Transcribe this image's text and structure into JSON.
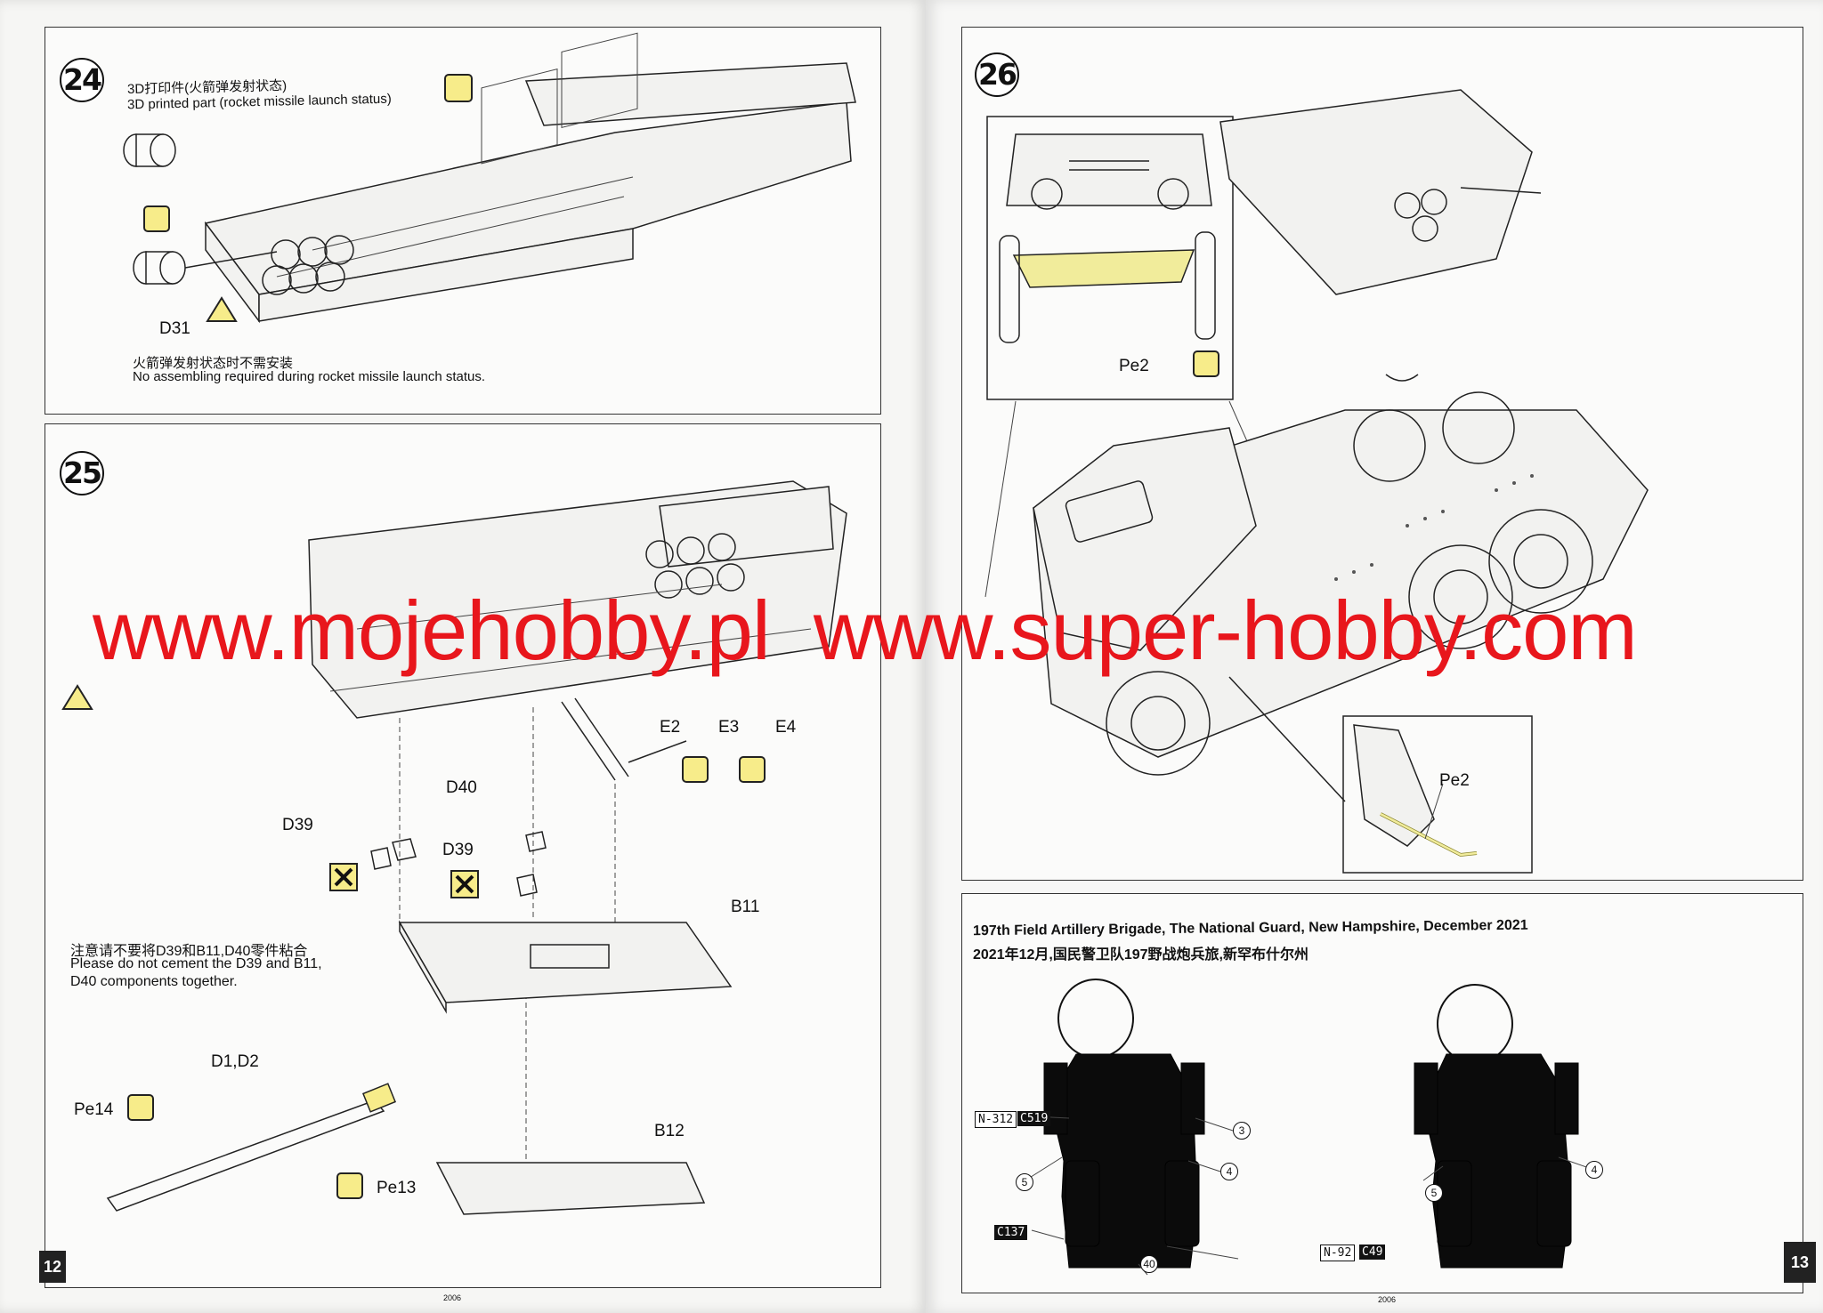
{
  "watermark": {
    "left": "www.mojehobby.pl",
    "right": "www.super-hobby.com"
  },
  "step24": {
    "number": "24",
    "heading_cn": "3D打印件(火箭弹发射状态)",
    "heading_en": "3D printed part (rocket missile launch status)",
    "part": "D31",
    "note_cn": "火箭弹发射状态时不需安装",
    "note_en": "No assembling required during rocket missile launch status."
  },
  "step25": {
    "number": "25",
    "parts": {
      "e2": "E2",
      "e3": "E3",
      "e4": "E4",
      "d40": "D40",
      "d39a": "D39",
      "d39b": "D39",
      "b11": "B11",
      "d1d2": "D1,D2",
      "pe14": "Pe14",
      "pe13": "Pe13",
      "b12": "B12"
    },
    "note_cn": "注意请不要将D39和B11,D40零件粘合",
    "note_en_1": "Please do not cement the D39 and B11,",
    "note_en_2": "D40 components together."
  },
  "step26": {
    "number": "26",
    "pe2_top": "Pe2",
    "pe2_detail": "Pe2"
  },
  "livery": {
    "title_en": "197th Field Artillery Brigade, The National Guard, New Hampshire, December 2021",
    "title_cn": "2021年12月,国民警卫队197野战炮兵旅,新罕布什尔州",
    "decals": {
      "n312": "N-312",
      "c519": "C519",
      "c137": "C137",
      "n92": "N-92",
      "c49": "C49"
    },
    "callouts": {
      "a3": "3",
      "a4": "4",
      "a5": "5",
      "a40": "40",
      "b4": "4",
      "b5": "5"
    }
  },
  "pages": {
    "left_number": "12",
    "right_number": "13",
    "left_footer": "2006",
    "right_footer": "2006"
  },
  "colors": {
    "watermark": "#e8161c",
    "photo_etch": "#f1ec9b",
    "icon_yellow": "#f7ec8a"
  }
}
